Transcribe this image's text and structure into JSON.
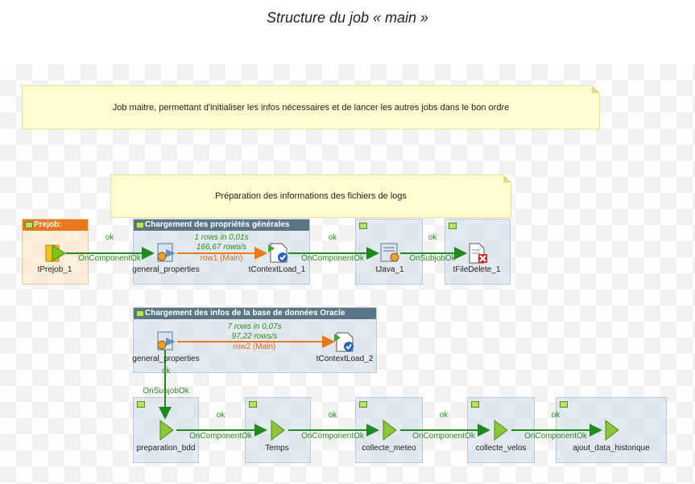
{
  "title": "Structure du job « main »",
  "notes": {
    "main": "Job maitre, permettant d'initialiser les infos nécessaires et de lancer les autres jobs dans le bon ordre",
    "logs": "Préparation des informations des fichiers de logs"
  },
  "subjobs": {
    "prejob": "Prejob:",
    "props": "Chargement des propriétés générales",
    "oracle": "Chargement des infos de la base de données Oracle"
  },
  "components": {
    "tprejob": "tPrejob_1",
    "genprops1": "general_properties",
    "tcontext1": "tContextLoad_1",
    "tjava": "tJava_1",
    "tfiledelete": "tFileDelete_1",
    "genprops2": "general_properties",
    "tcontext2": "tContextLoad_2",
    "prep": "preparation_bdd",
    "temps": "Temps",
    "meteo": "collecte_meteo",
    "velos": "collecte_velos",
    "hist": "ajout_data_historique"
  },
  "links": {
    "ok": "ok",
    "on_component_ok": "OnComponentOk",
    "on_subjob_ok": "OnSubjobOk",
    "row1_rows": "1 rows in 0,01s",
    "row1_rate": "166,67 rows/s",
    "row1_name": "row1 (Main)",
    "row2_rows": "7 rows in 0,07s",
    "row2_rate": "97,22 rows/s",
    "row2_name": "row2 (Main)"
  },
  "colors": {
    "trigger": "#1f8a1f",
    "main_row": "#e8781c",
    "note_bg": "#fefed0",
    "subjob_header": "#5b7584",
    "prejob_header": "#e8781c"
  }
}
